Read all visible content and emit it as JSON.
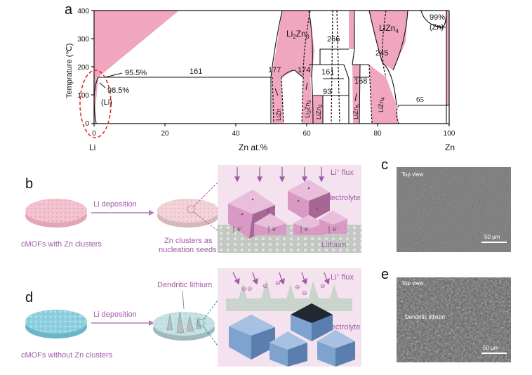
{
  "panels": {
    "a": "a",
    "b": "b",
    "c": "c",
    "d": "d",
    "e": "e"
  },
  "phase_diagram": {
    "y_axis_label": "Temprature (℃)",
    "y_ticks": [
      "0",
      "100",
      "200",
      "300",
      "400"
    ],
    "x_ticks": [
      "0",
      "20",
      "40",
      "60",
      "80",
      "100"
    ],
    "x_left_element": "Li",
    "x_label": "Zn at.%",
    "x_right_element": "Zn",
    "phases": {
      "li_phase": "(Li)",
      "zn_phase_pct": "99%",
      "zn_phase": "(Zn)",
      "li2zn3_base": "Li",
      "li2zn3_sub1": "2",
      "li2zn3_mid": "Zn",
      "li2zn3_sub2": "3",
      "lizn4_base": "LiZn",
      "lizn4_sub": "4",
      "lizn": "LiZn",
      "li2zn3_v_base": "Li",
      "li2zn3_v_sub1": "2",
      "li2zn3_v_mid": "Zn",
      "li2zn3_v_sub2": "3",
      "lizn2_base": "LiZn",
      "lizn2_sub": "2",
      "lizn5_base": "LiZn",
      "lizn5_sub": "5",
      "lizn4_v_base": "LiZn",
      "lizn4_v_sub": "4"
    },
    "annotations": {
      "pct_95": "95.5%",
      "pct_98": "98.5%",
      "t161_left": "161",
      "t177": "177",
      "t174": "174",
      "t266": "266",
      "t161_mid": "161",
      "t93": "93",
      "t245": "245",
      "t168": "168",
      "t65": "65"
    }
  },
  "panel_b": {
    "arrow_label": "Li deposition",
    "disc_caption": "cMOFs with Zn clusters",
    "seed_caption_line1": "Zn clusters as",
    "seed_caption_line2": "nucleation seeds",
    "flux_label_base": "Li",
    "flux_label_sup": "+",
    "flux_label_rest": " flux",
    "electrolyte_label": "Electrolyte",
    "lithium_label": "Lithium",
    "electron": "e",
    "electron_sup": "−"
  },
  "panel_d": {
    "arrow_label": "Li deposition",
    "disc_caption": "cMOFs without Zn clusters",
    "dendrite_caption": "Dendritic lithium",
    "flux_label_base": "Li",
    "flux_label_sup": "+",
    "flux_label_rest": " flux",
    "electrolyte_label": "Electrolyte",
    "electron_symbol": "⊖"
  },
  "sem_c": {
    "view_label": "Top view",
    "scale_bar": "50 μm"
  },
  "sem_e": {
    "view_label": "Top view",
    "feature_label": "Dendritic lithium",
    "scale_bar": "50 μm"
  },
  "colors": {
    "phase_pink": "#f0a6bf",
    "disc_pink": "#f3c4d0",
    "disc_blue": "#8fd0de",
    "panel_bg_pink": "#f4e3ee",
    "crystal_pink": "#d89ac4",
    "crystal_blue": "#7fa3cf",
    "lithium_grey": "#bfc4bf",
    "annotation_purple": "#a05aa8"
  }
}
